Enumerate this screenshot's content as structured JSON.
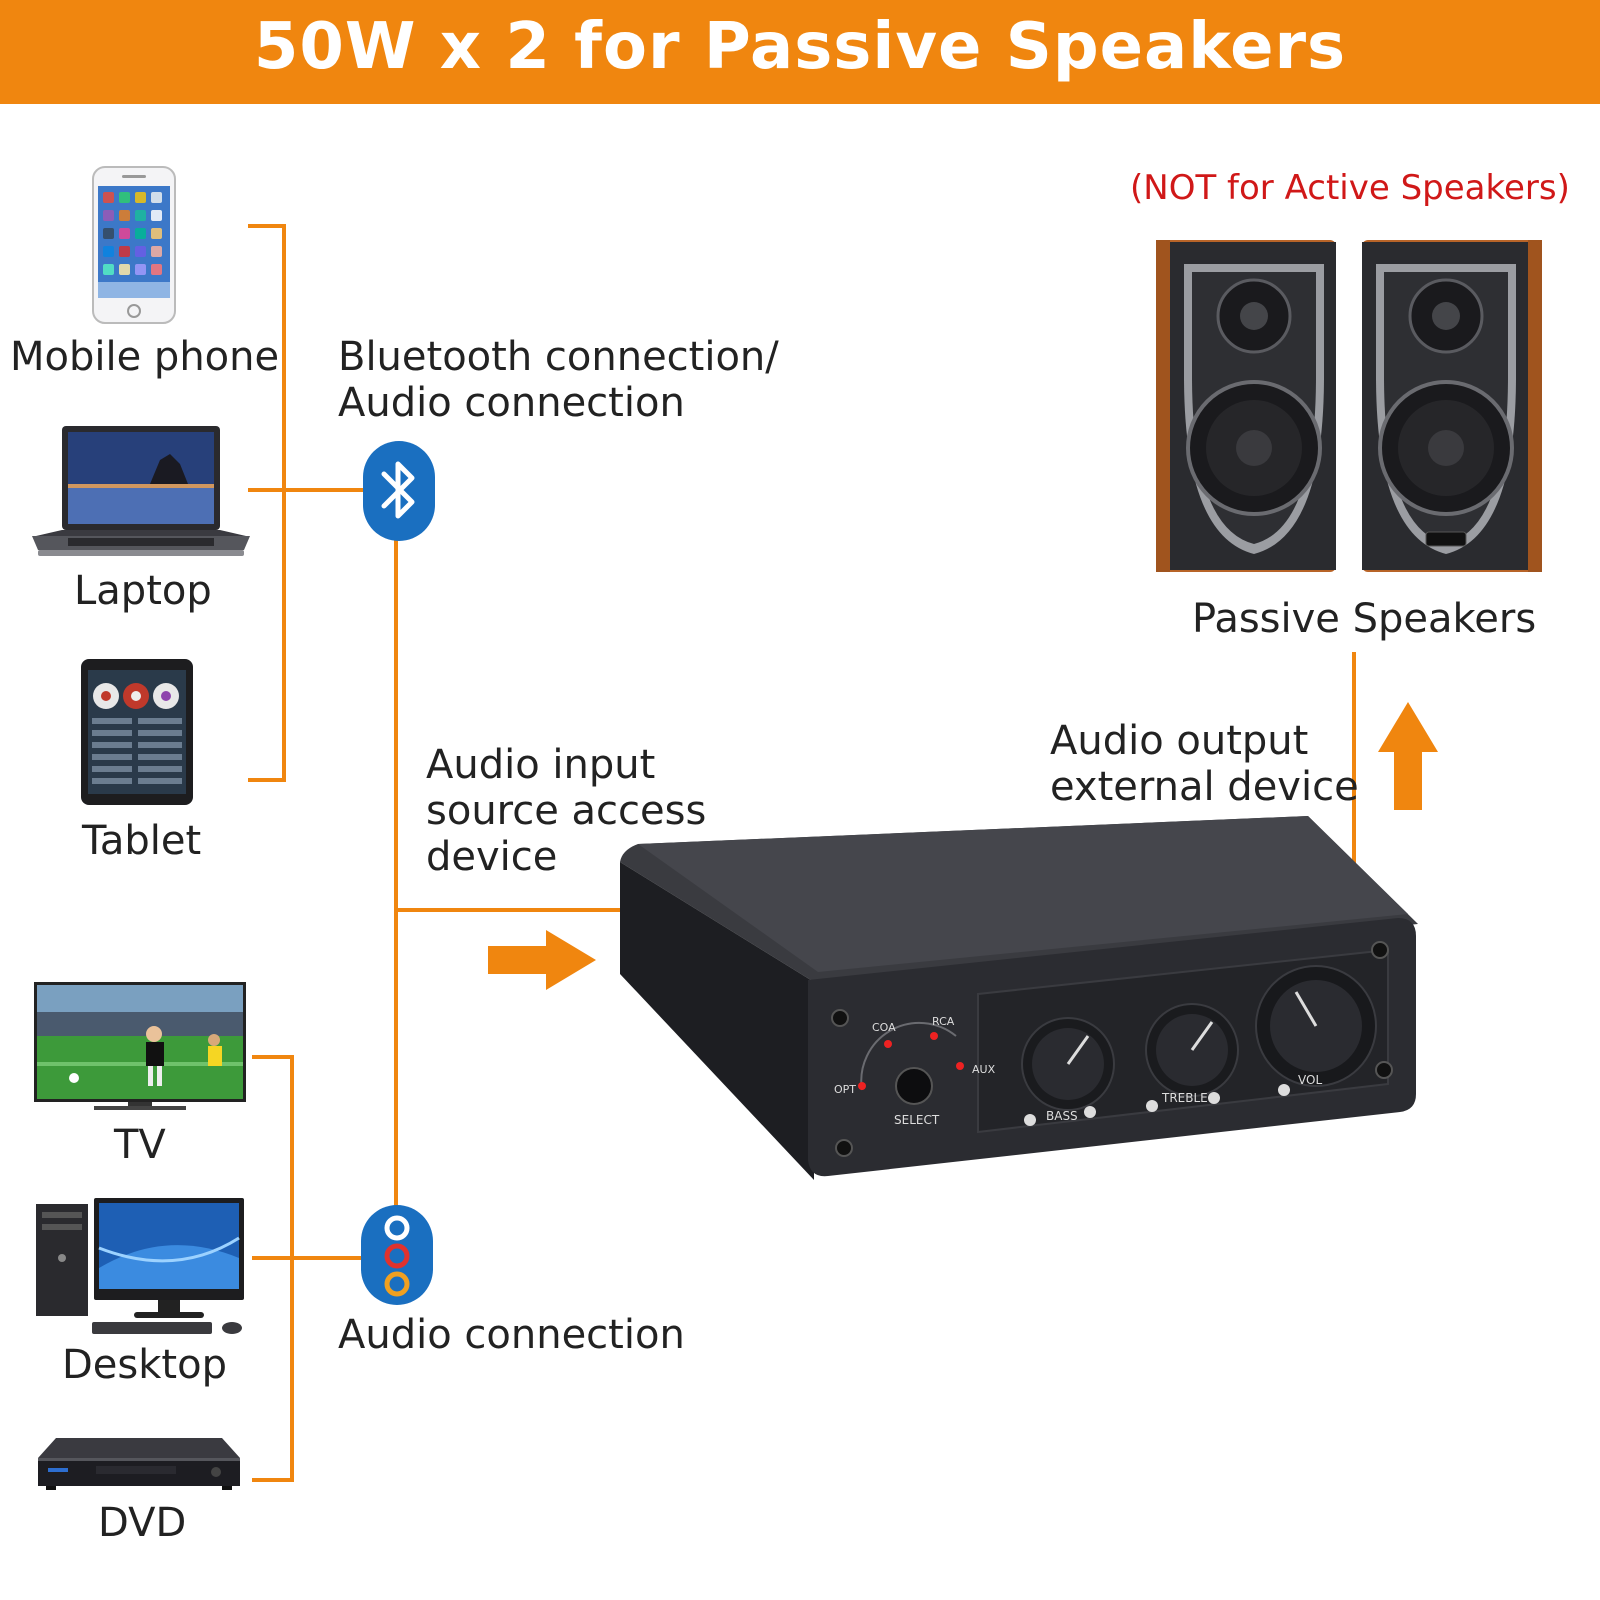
{
  "banner": {
    "title": "50W x 2 for Passive Speakers"
  },
  "devices": {
    "mobile_phone": "Mobile phone",
    "laptop": "Laptop",
    "tablet": "Tablet",
    "tv": "TV",
    "desktop": "Desktop",
    "dvd": "DVD"
  },
  "connections": {
    "bluetooth_line1": "Bluetooth connection/",
    "bluetooth_line2": "Audio connection",
    "rca": "Audio connection"
  },
  "input_label": {
    "line1": "Audio input",
    "line2": "source access",
    "line3": "device"
  },
  "output_label": {
    "line1": "Audio output",
    "line2": "external device"
  },
  "speakers": {
    "label": "Passive Speakers",
    "warning": "(NOT for Active Speakers)"
  },
  "amplifier": {
    "leds": {
      "coa": "COA",
      "rca": "RCA",
      "opt": "OPT",
      "aux": "AUX"
    },
    "select": "SELECT",
    "bass": "BASS",
    "treble": "TREBLE",
    "vol": "VOL"
  },
  "colors": {
    "accent": "#f0860f",
    "warning": "#d01818",
    "bluetooth": "#1a6fc0"
  },
  "icons": [
    "bluetooth-icon",
    "rca-connector-icon",
    "arrow-right-icon",
    "arrow-up-icon"
  ]
}
